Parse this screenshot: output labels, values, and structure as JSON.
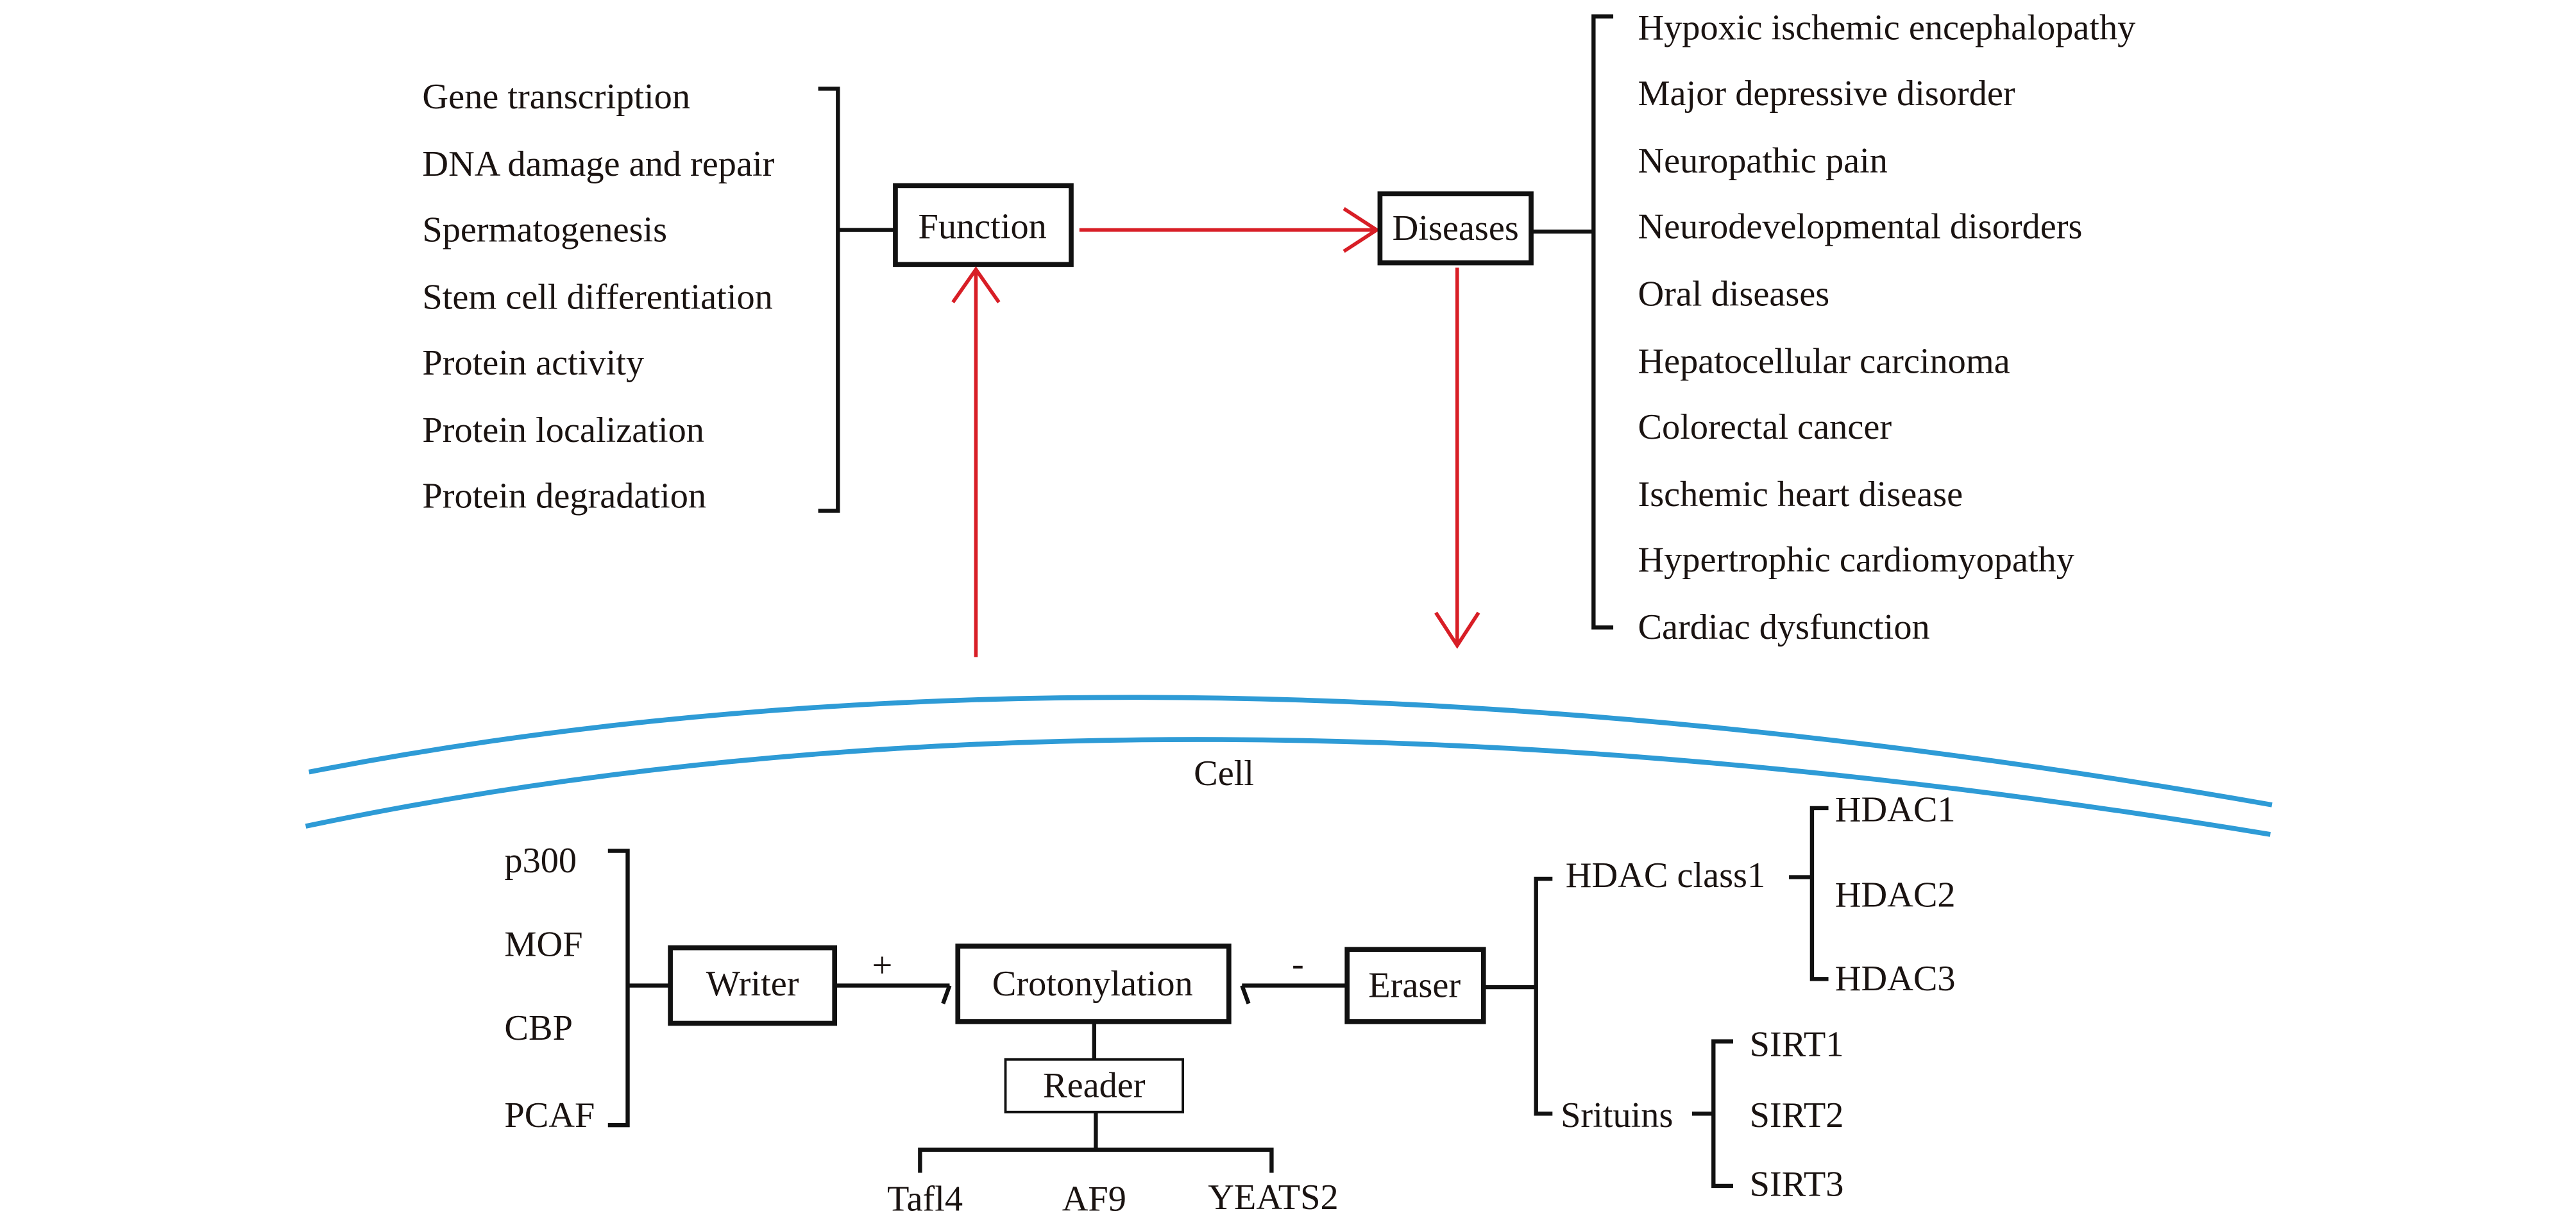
{
  "colors": {
    "arrow": "#d81e26",
    "membrane": "#2e9bd6",
    "line": "#111111",
    "text": "#1a1311",
    "background": "#ffffff"
  },
  "functions": {
    "box_label": "Function",
    "items": [
      "Gene transcription",
      "DNA damage and repair",
      "Spermatogenesis",
      "Stem cell differentiation",
      "Protein activity",
      "Protein localization",
      "Protein degradation"
    ]
  },
  "diseases": {
    "box_label": "Diseases",
    "items": [
      "Hypoxic ischemic encephalopathy",
      "Major depressive disorder",
      "Neuropathic pain",
      "Neurodevelopmental disorders",
      "Oral diseases",
      "Hepatocellular carcinoma",
      "Colorectal cancer",
      "Ischemic heart disease",
      "Hypertrophic cardiomyopathy",
      "Cardiac dysfunction"
    ]
  },
  "cell": {
    "label": "Cell"
  },
  "writer": {
    "box_label": "Writer",
    "sign": "+",
    "items": [
      "p300",
      "MOF",
      "CBP",
      "PCAF"
    ]
  },
  "crotonylation": {
    "box_label": "Crotonylation"
  },
  "reader": {
    "box_label": "Reader",
    "items": [
      "Tafl4",
      "AF9",
      "YEATS2"
    ]
  },
  "eraser": {
    "box_label": "Eraser",
    "sign": "-",
    "groups": [
      {
        "label": "HDAC class1",
        "items": [
          "HDAC1",
          "HDAC2",
          "HDAC3"
        ]
      },
      {
        "label": "Srituins",
        "items": [
          "SIRT1",
          "SIRT2",
          "SIRT3"
        ]
      }
    ]
  }
}
